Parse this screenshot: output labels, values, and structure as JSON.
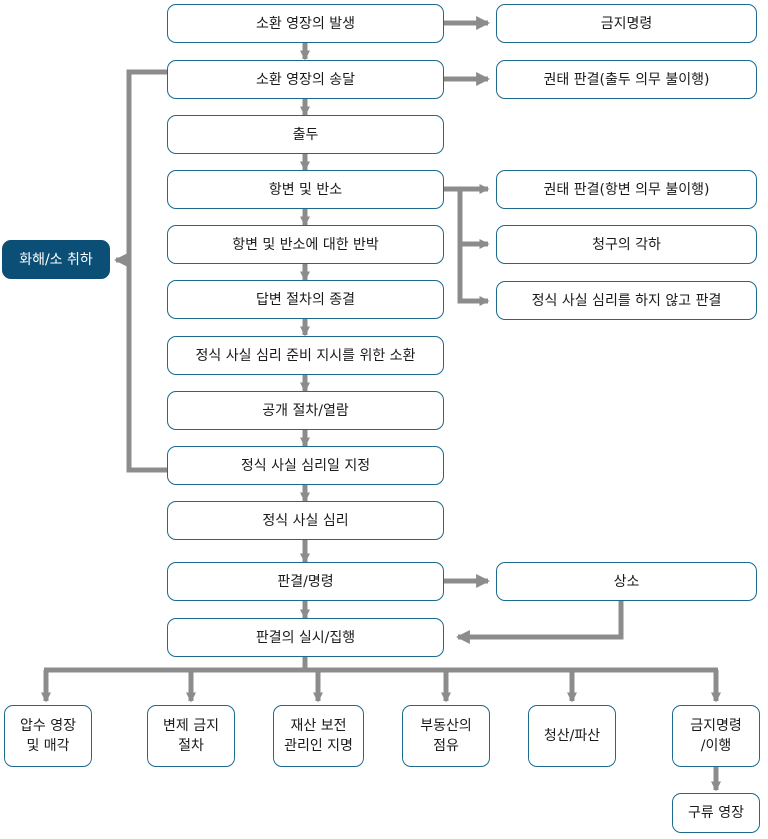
{
  "main_flow": [
    "소환 영장의 발생",
    "소환 영장의 송달",
    "출두",
    "항변 및 반소",
    "항변 및 반소에 대한 반박",
    "답변 절차의 종결",
    "정식 사실 심리 준비 지시를 위한 소환",
    "공개 절차/열람",
    "정식 사실 심리일 지정",
    "정식 사실 심리",
    "판결/명령",
    "판결의 실시/집행"
  ],
  "side_outcomes": {
    "issuance": "금지명령",
    "service": "권태 판결(출두 의무 불이행)",
    "defence_default": "권태 판결(항변 의무 불이행)",
    "strike_out": "청구의 각하",
    "summary": "정식 사실 심리를 하지 않고 판결",
    "appeal": "상소"
  },
  "settlement": "화해/소 취하",
  "enforcement": [
    "압수 영장\n및 매각",
    "변제 금지\n절차",
    "재산 보전\n관리인 지명",
    "부동산의\n점유",
    "청산/파산",
    "금지명령\n/이행"
  ],
  "final": "구류 영장",
  "colors": {
    "arrow": "#8c8c8c",
    "border": "#1c6a8e",
    "accent": "#0b4f76"
  }
}
